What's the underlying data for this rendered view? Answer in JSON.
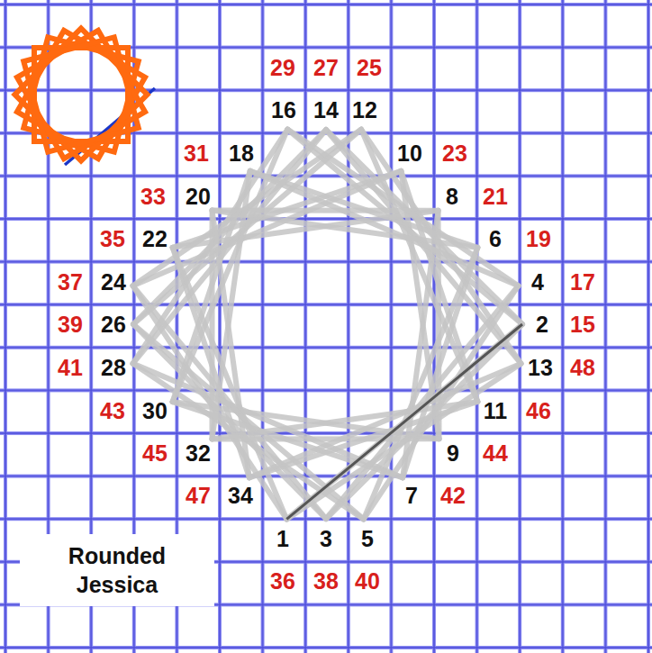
{
  "diagram": {
    "nodes": [
      {
        "text": [
          "Rounded Jessica"
        ]
      }
    ],
    "labels": [
      "29",
      "27",
      "25",
      "16",
      "14",
      "12",
      "31",
      "18",
      "10",
      "23",
      "33",
      "20",
      "8",
      "21",
      "35",
      "22",
      "6",
      "19",
      "37",
      "24",
      "4",
      "17",
      "39",
      "26",
      "2",
      "15",
      "41",
      "28",
      "13",
      "48",
      "43",
      "30",
      "11",
      "46",
      "45",
      "32",
      "9",
      "44",
      "47",
      "34",
      "7",
      "42",
      "1",
      "3",
      "5",
      "36",
      "38",
      "40"
    ]
  }
}
